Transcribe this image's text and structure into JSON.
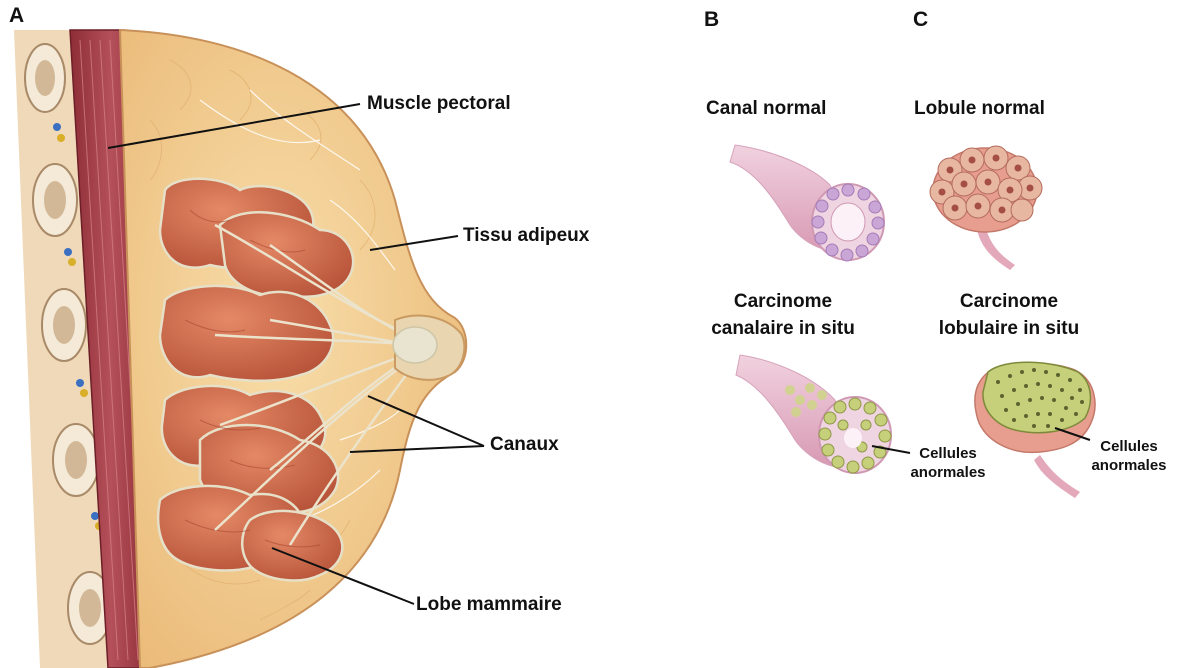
{
  "panels": {
    "a": {
      "letter": "A",
      "labels": {
        "muscle": "Muscle pectoral",
        "fat": "Tissu adipeux",
        "ducts": "Canaux",
        "lobe": "Lobe mammaire"
      }
    },
    "b": {
      "letter": "B",
      "normal_title": "Canal normal",
      "carcinoma_line1": "Carcinome",
      "carcinoma_line2": "canalaire in situ",
      "cells_line1": "Cellules",
      "cells_line2": "anormales"
    },
    "c": {
      "letter": "C",
      "normal_title": "Lobule normal",
      "carcinoma_line1": "Carcinome",
      "carcinoma_line2": "lobulaire in situ",
      "cells_line1": "Cellules",
      "cells_line2": "anormales"
    }
  },
  "colors": {
    "fat": "#f3d39a",
    "muscle": "#a8424a",
    "lobe": "#cf6a4c",
    "duct": "#e9ddc2",
    "tube": "#e8bfd0",
    "lumen_cell": "#c9a6d6",
    "abnormal": "#c6cf7a"
  }
}
